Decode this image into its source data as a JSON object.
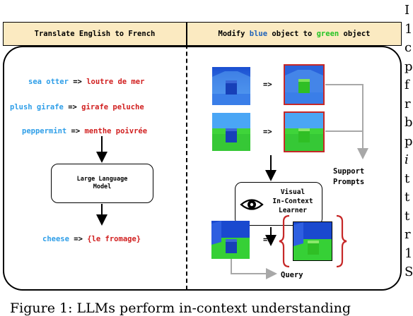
{
  "left_header": "Translate English to French",
  "right_header": {
    "prefix": "Modify ",
    "blue_word": "blue",
    "middle": " object to ",
    "green_word": "green",
    "suffix": " object"
  },
  "translations": [
    {
      "en": "sea otter",
      "arrow": "=>",
      "fr": "loutre de mer"
    },
    {
      "en": "plush girafe",
      "arrow": "=>",
      "fr": "girafe peluche"
    },
    {
      "en": "peppermint",
      "arrow": "=>",
      "fr": "menthe poivrée"
    }
  ],
  "llm_label_line1": "Large Language",
  "llm_label_line2": "Model",
  "query": {
    "en": "cheese",
    "arrow": "=>",
    "fr": "{le fromage}"
  },
  "vicl_label_line1": "Visual",
  "vicl_label_line2": "In-Context",
  "vicl_label_line3": "Learner",
  "image_arrow": "=>",
  "support_label_line1": "Support",
  "support_label_line2": "Prompts",
  "query_label": "Query",
  "caption": "Figure 1: LLMs perform in-context understanding",
  "body_text_letters": [
    "I",
    "1",
    "c",
    "p",
    "f",
    "r",
    "b",
    "p",
    "i",
    "t",
    "t",
    "t",
    "r",
    "1",
    "S"
  ],
  "colors": {
    "header_fill": "#fbeac1",
    "blue_text": "#2e9ee8",
    "red_text": "#d11f1f",
    "green_text": "#25c425",
    "frame_red": "#c62828",
    "gray_arrow": "#a8a8a8"
  },
  "icons": [
    "eye-icon"
  ]
}
